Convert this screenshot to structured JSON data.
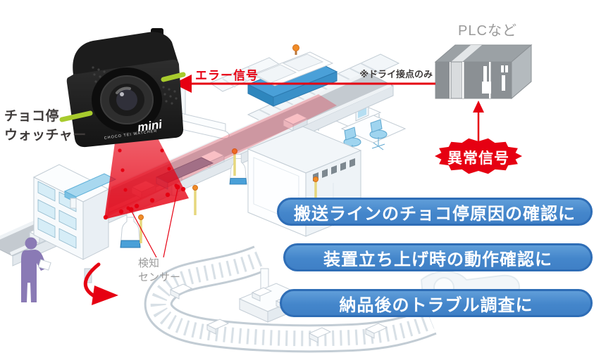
{
  "camera": {
    "name_line1": "チョコ停",
    "name_line2": "ウォッチャー",
    "logo": "mini",
    "logo_sub": "CHOCO TEI WATCHER"
  },
  "plc": {
    "label": "PLCなど",
    "note": "※ドライ接点のみ"
  },
  "signals": {
    "error": "エラー信号",
    "abnormal": "異常信号"
  },
  "sensor_label": {
    "line1": "検知",
    "line2": "センサー"
  },
  "use_cases": [
    {
      "label": "搬送ラインのチョコ停原因の確認に"
    },
    {
      "label": "装置立ち上げ時の動作確認に"
    },
    {
      "label": "納品後のトラブル調査に"
    }
  ],
  "colors": {
    "accent_red": "#e60012",
    "banner_blue": "#4486cb",
    "banner_border": "#2e6db6",
    "device_green": "#a8cb2d",
    "label_dark": "#3e3a39",
    "label_gray": "#9b9b9b",
    "machine_blue": "#4aa0d8",
    "person_purple": "#8a7ab5"
  }
}
